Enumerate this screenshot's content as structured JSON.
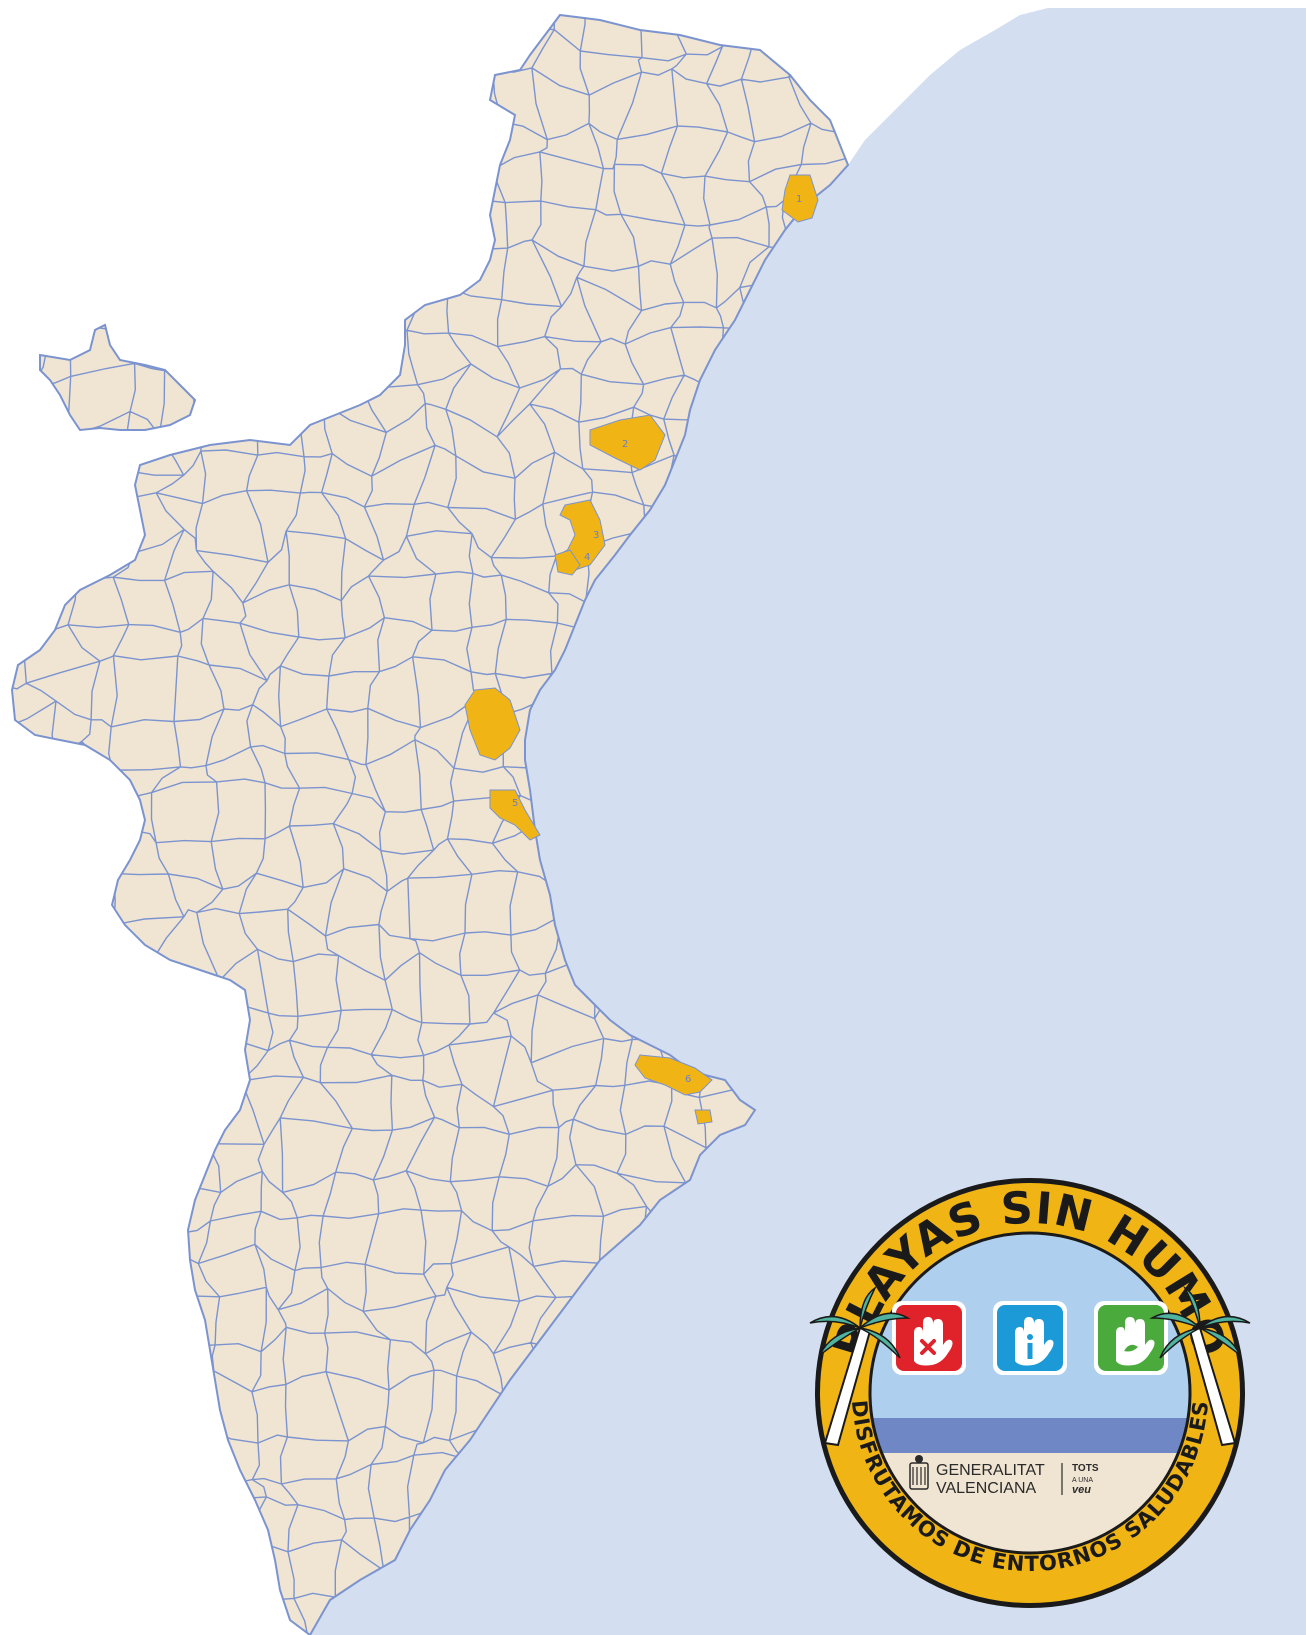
{
  "map": {
    "colors": {
      "sea": "#d3dff0",
      "land": "#f0e5d2",
      "border": "#7b93cf",
      "highlight": "#f0b515",
      "outside": "#ffffff"
    },
    "markers": [
      {
        "id": "1",
        "label": "1"
      },
      {
        "id": "2",
        "label": "2"
      },
      {
        "id": "3",
        "label": "3"
      },
      {
        "id": "4",
        "label": "4"
      },
      {
        "id": "5",
        "label": "5"
      },
      {
        "id": "6",
        "label": "6"
      }
    ]
  },
  "badge": {
    "title": "PLAYAS SIN HUMO",
    "subtitle": "DISFRUTAMOS DE ENTORNOS SALUDABLES",
    "org_line1": "GENERALITAT",
    "org_line2": "VALENCIANA",
    "slogan_line1": "TOTS",
    "slogan_line2": "A UNA",
    "slogan_line3": "veu",
    "colors": {
      "ring": "#f0b515",
      "sky": "#aed0ee",
      "sea_band": "#6f87c4",
      "sand": "#f0e5d2",
      "red": "#e0232b",
      "blue": "#1b9ad7",
      "green": "#4aab3c"
    },
    "icons": [
      "no-smoking-hand-icon",
      "info-hand-icon",
      "healthy-hand-icon"
    ]
  }
}
